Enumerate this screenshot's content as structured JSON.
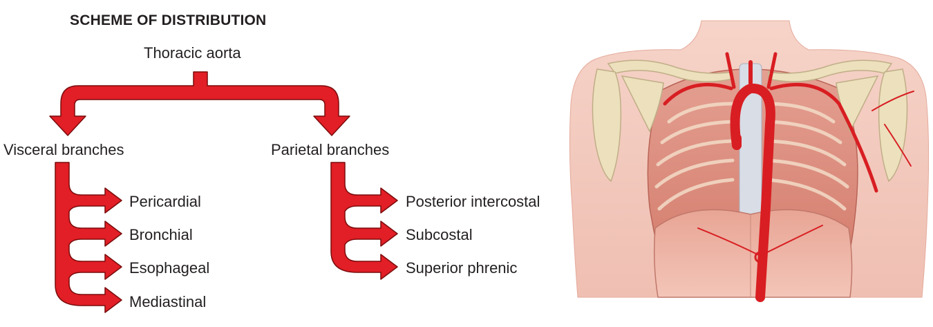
{
  "diagram": {
    "title": "SCHEME OF DISTRIBUTION",
    "root": "Thoracic aorta",
    "branches": [
      {
        "label": "Visceral branches",
        "items": [
          "Pericardial",
          "Bronchial",
          "Esophageal",
          "Mediastinal"
        ]
      },
      {
        "label": "Parietal branches",
        "items": [
          "Posterior intercostal",
          "Subcostal",
          "Superior phrenic"
        ]
      }
    ]
  },
  "colors": {
    "arrow_fill": "#e21e26",
    "arrow_stroke": "#7a0c0c",
    "text": "#231f20",
    "skin": "#f2c4b8",
    "muscle": "#d98878",
    "bone": "#ece0bd",
    "artery": "#d81e22"
  },
  "illustration": {
    "subject": "anterior thorax with thoracic aorta and branches",
    "icon": "thorax-anatomy-illustration"
  }
}
